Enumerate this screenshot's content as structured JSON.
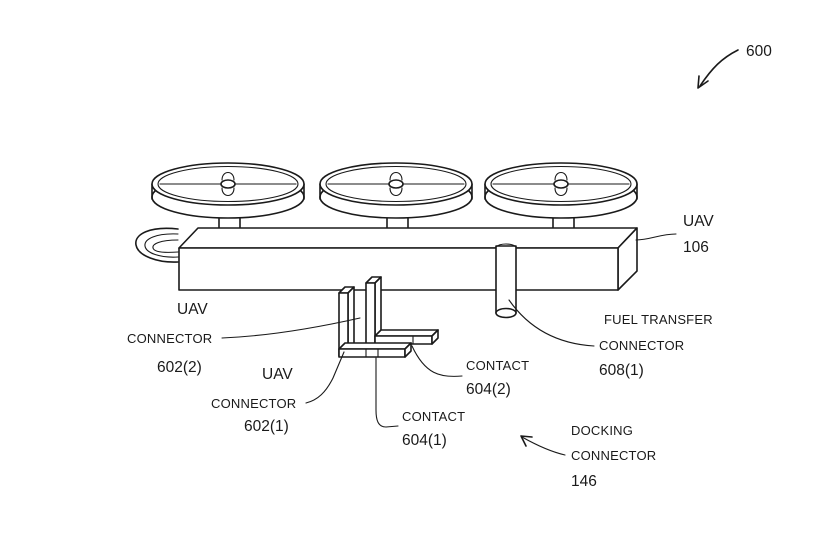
{
  "figure": {
    "number": "600"
  },
  "labels": {
    "uav": {
      "line1": "UAV",
      "line2": "106"
    },
    "uav_connector_2": {
      "line1": "UAV",
      "line2": "CONNECTOR",
      "line3": "602(2)"
    },
    "uav_connector_1": {
      "line1": "UAV",
      "line2": "CONNECTOR",
      "line3": "602(1)"
    },
    "contact_2": {
      "line1": "CONTACT",
      "line2": "604(2)"
    },
    "contact_1": {
      "line1": "CONTACT",
      "line2": "604(1)"
    },
    "fuel_transfer": {
      "line1": "FUEL TRANSFER",
      "line2": "CONNECTOR",
      "line3": "608(1)"
    },
    "docking": {
      "line1": "DOCKING",
      "line2": "CONNECTOR",
      "line3": "146"
    }
  }
}
